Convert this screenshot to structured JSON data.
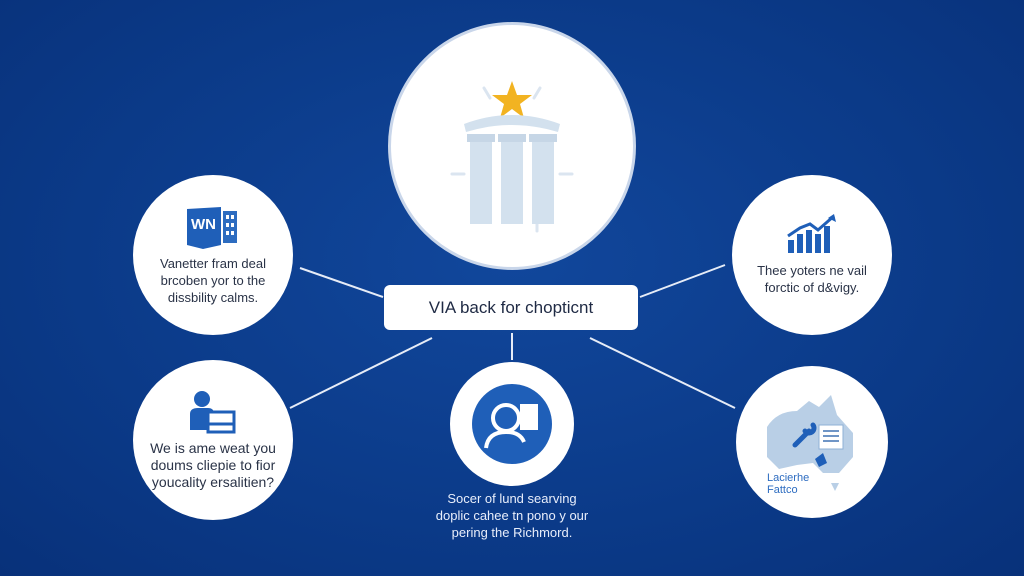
{
  "colors": {
    "background": "#0b3a88",
    "accent_blue": "#1f5fb8",
    "star": "#f2b321",
    "pillar": "#d3e1ee"
  },
  "center": {
    "icon": "pillars-with-star-icon",
    "label": "VIA back for chopticnt"
  },
  "nodes": [
    {
      "icon": "document-building-icon",
      "icon_text": "WN",
      "text": [
        "Vanetter fram deal",
        "brcoben yor to the",
        "dissbility calms."
      ]
    },
    {
      "icon": "person-at-desk-icon",
      "text": [
        "We is ame weat you",
        "doums cliepie to fior",
        "youcality ersalitien?"
      ]
    },
    {
      "icon": "person-chat-icon",
      "text": [
        "Socer of lund searving",
        "doplic cahee tn pono y our",
        "pering the Richmord."
      ]
    },
    {
      "icon": "bar-chart-growth-icon",
      "text": [
        "Thee yoters ne vail",
        "forctic of d&vigy."
      ]
    },
    {
      "icon": "australia-map-icon",
      "text": [
        "Lacierhe",
        "Fattco"
      ]
    }
  ]
}
